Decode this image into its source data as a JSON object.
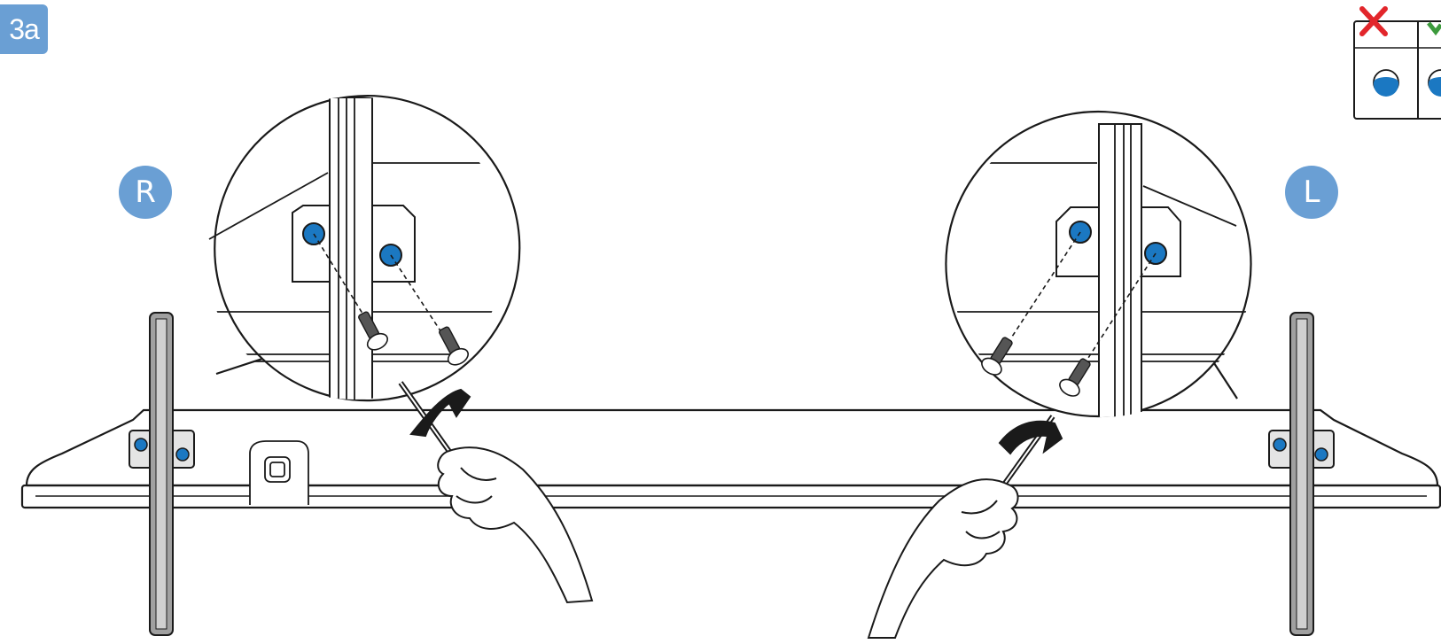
{
  "step": {
    "label": "3a"
  },
  "badges": {
    "right": "R",
    "left": "L"
  },
  "legend": {
    "wrong_mark": "cross-icon",
    "right_mark": "check-icon"
  },
  "colors": {
    "accent_blue": "#6a9fd4",
    "screw_hole_blue": "#1b78c2",
    "line": "#1a1a1a",
    "wrong_red": "#e2262b",
    "right_green": "#3c9a3c",
    "stand_gray": "#9e9e9e"
  }
}
